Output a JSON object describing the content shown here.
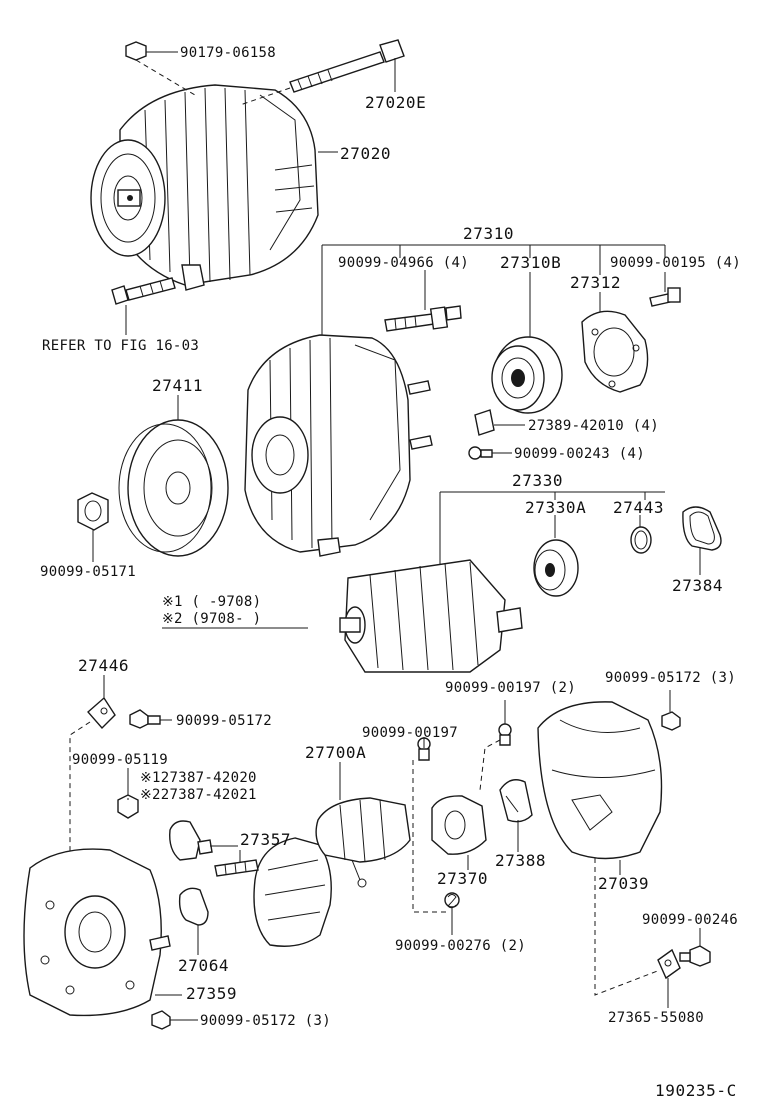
{
  "labels": {
    "l_90179_06158": "90179-06158",
    "l_27020E": "27020E",
    "l_27020": "27020",
    "l_refer": "REFER TO FIG 16-03",
    "l_27310": "27310",
    "l_90099_04966": "90099-04966 (4)",
    "l_27310B": "27310B",
    "l_90099_00195": "90099-00195 (4)",
    "l_27312": "27312",
    "l_27411": "27411",
    "l_27389": "27389-42010 (4)",
    "l_90099_00243": "90099-00243 (4)",
    "l_27330": "27330",
    "l_27330A": "27330A",
    "l_27443": "27443",
    "l_27384": "27384",
    "l_90099_05171": "90099-05171",
    "l_note1": "※1 (     -9708)",
    "l_note2": "※2 (9708-     )",
    "l_27446": "27446",
    "l_90099_00197_2": "90099-00197 (2)",
    "l_90099_05172_3a": "90099-05172 (3)",
    "l_90099_05172": "90099-05172",
    "l_90099_00197": "90099-00197",
    "l_90099_05119": "90099-05119",
    "l_27700A": "27700A",
    "l_127387": "※127387-42020",
    "l_227387": "※227387-42021",
    "l_27357": "27357",
    "l_27370": "27370",
    "l_27388": "27388",
    "l_27039": "27039",
    "l_90099_00246": "90099-00246",
    "l_27064": "27064",
    "l_90099_00276": "90099-00276 (2)",
    "l_27359": "27359",
    "l_90099_05172_3b": "90099-05172 (3)",
    "l_27365": "27365-55080",
    "l_fig": "190235-C"
  }
}
